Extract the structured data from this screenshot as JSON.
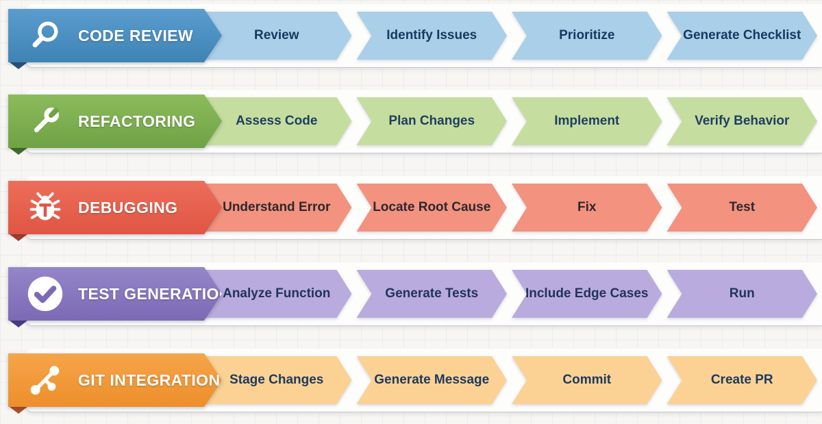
{
  "background": "#f7f6f3",
  "rows": [
    {
      "id": "code-review",
      "title": "CODE REVIEW",
      "icon": "search-icon",
      "steps": [
        "Review",
        "Identify Issues",
        "Prioritize",
        "Generate Checklist"
      ],
      "colors": {
        "header_top": "#5a9cce",
        "header_bottom": "#3f83b5",
        "fold": "#27547b",
        "step_bg": "#a9cfe9",
        "step_text": "#16395f"
      }
    },
    {
      "id": "refactoring",
      "title": "REFACTORING",
      "icon": "wrench-icon",
      "steps": [
        "Assess Code",
        "Plan Changes",
        "Implement",
        "Verify Behavior"
      ],
      "colors": {
        "header_top": "#8cbb5c",
        "header_bottom": "#6fa243",
        "fold": "#41702a",
        "step_bg": "#c6dda0",
        "step_text": "#1d3f5f"
      }
    },
    {
      "id": "debugging",
      "title": "DEBUGGING",
      "icon": "bug-icon",
      "steps": [
        "Understand Error",
        "Locate Root Cause",
        "Fix",
        "Test"
      ],
      "colors": {
        "header_top": "#ec6e5a",
        "header_bottom": "#e05543",
        "fold": "#a83c2c",
        "step_bg": "#f3927f",
        "step_text": "#2e282d"
      }
    },
    {
      "id": "test-generation",
      "title": "TEST GENERATION",
      "icon": "check-circle-icon",
      "steps": [
        "Analyze Function",
        "Generate Tests",
        "Include Edge Cases",
        "Run"
      ],
      "colors": {
        "header_top": "#9486c8",
        "header_bottom": "#7c69b5",
        "fold": "#493d83",
        "step_bg": "#b9abdd",
        "step_text": "#22335e"
      }
    },
    {
      "id": "git-integration",
      "title": "GIT INTEGRATION",
      "icon": "git-branch-icon",
      "steps": [
        "Stage Changes",
        "Generate Message",
        "Commit",
        "Create PR"
      ],
      "colors": {
        "header_top": "#f5a54a",
        "header_bottom": "#ed8e2b",
        "fold": "#b04f28",
        "step_bg": "#fbd294",
        "step_text": "#1c3a60"
      }
    }
  ]
}
